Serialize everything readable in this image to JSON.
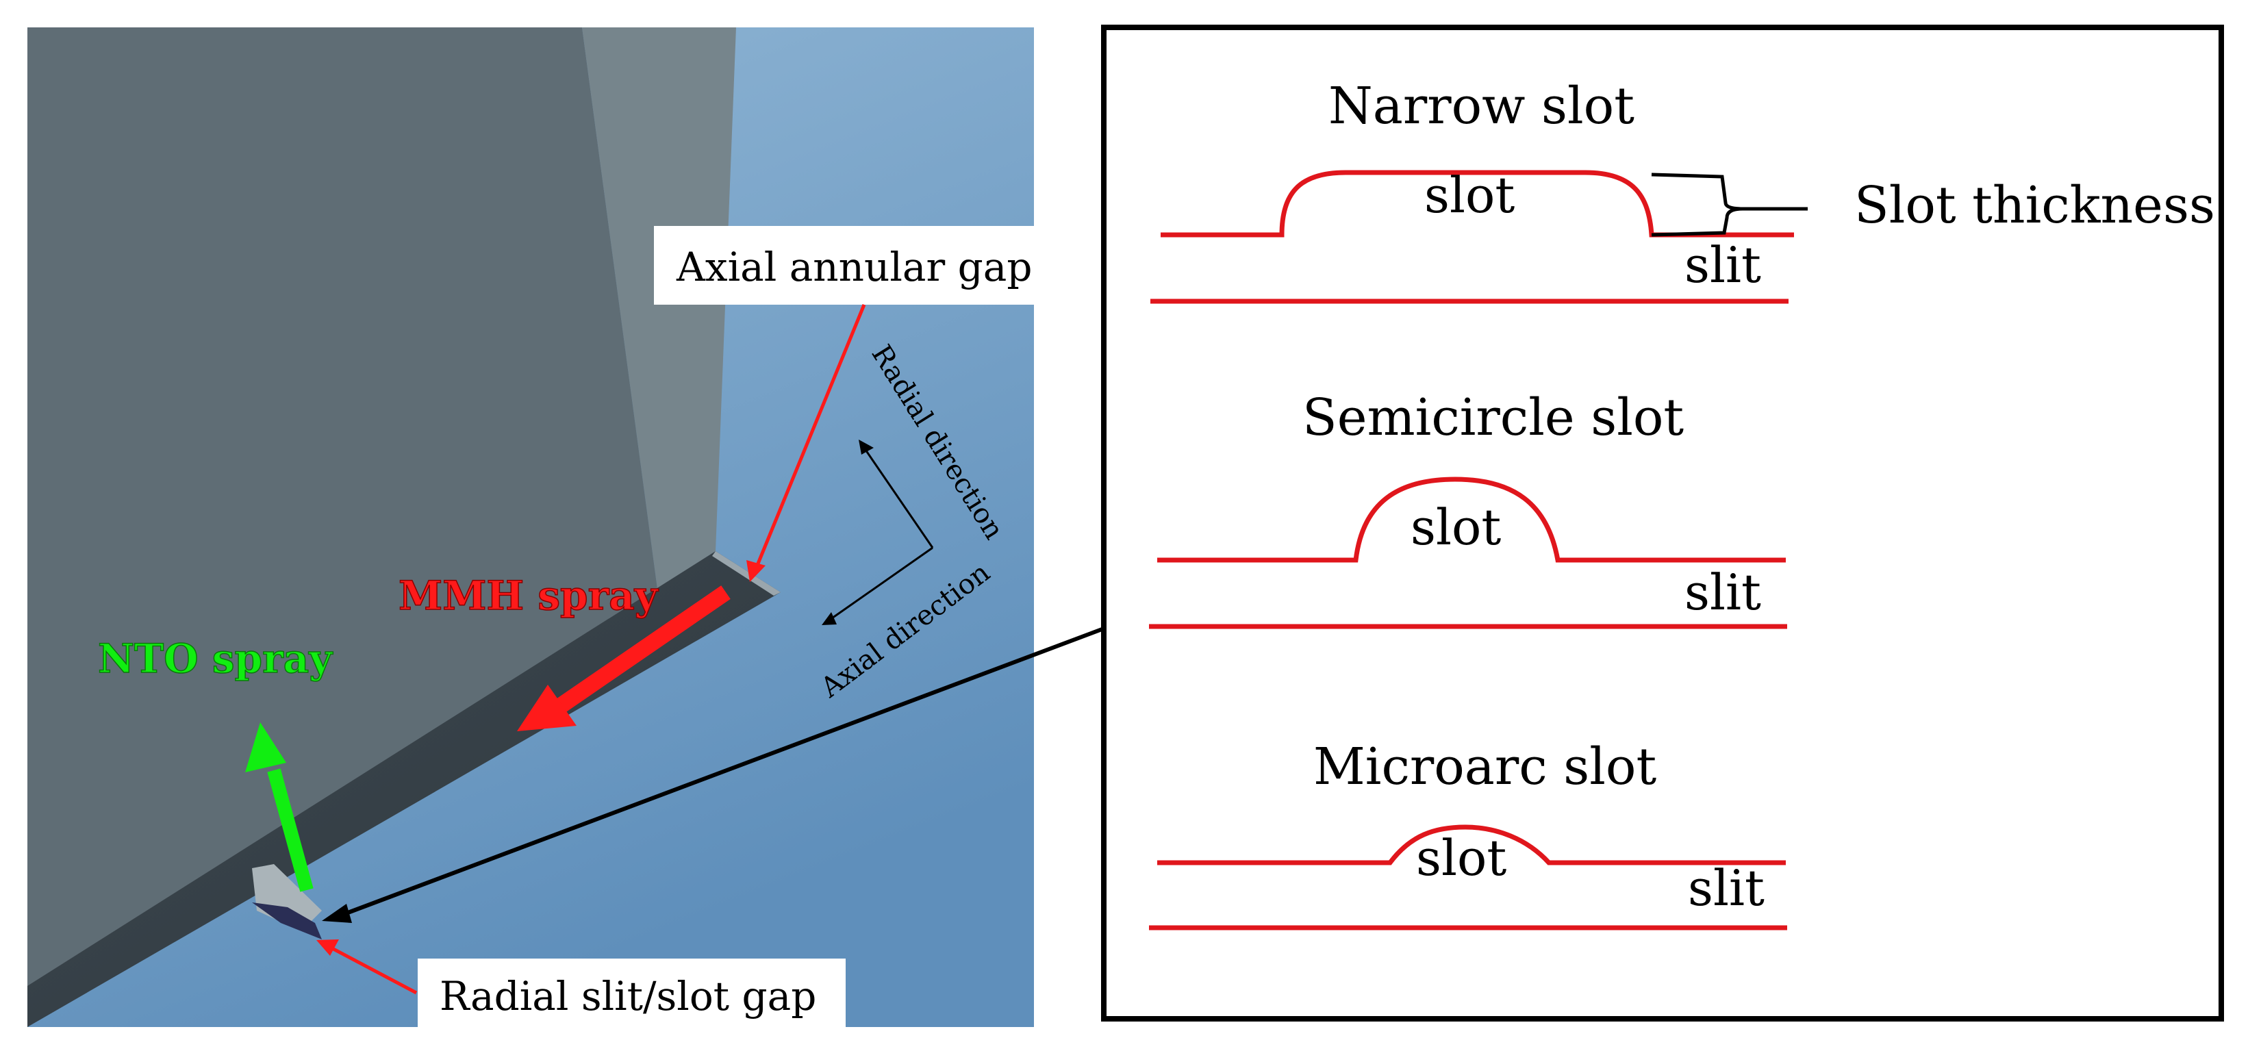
{
  "left_panel": {
    "labels": {
      "axial_annular_gap": "Axial annular gap",
      "radial_slit_slot_gap": "Radial slit/slot gap",
      "mmh_spray": "MMH spray",
      "nto_spray": "NTO spray",
      "radial_direction": "Radial direction",
      "axial_direction": "Axial direction"
    },
    "colors": {
      "red_arrow": "#ff1a1a",
      "green_arrow": "#11ee11",
      "body_dark": "#5f6d75",
      "body_light": "#76858c",
      "fluid_blue": "#6a95bd"
    }
  },
  "right_panel": {
    "slot_thickness_label": "Slot thickness",
    "shapes": [
      {
        "title": "Narrow slot",
        "slot_label": "slot",
        "slit_label": "slit"
      },
      {
        "title": "Semicircle slot",
        "slot_label": "slot",
        "slit_label": "slit"
      },
      {
        "title": "Microarc slot",
        "slot_label": "slot",
        "slit_label": "slit"
      }
    ],
    "colors": {
      "profile_line": "#e0161c",
      "frame": "#000000"
    }
  }
}
